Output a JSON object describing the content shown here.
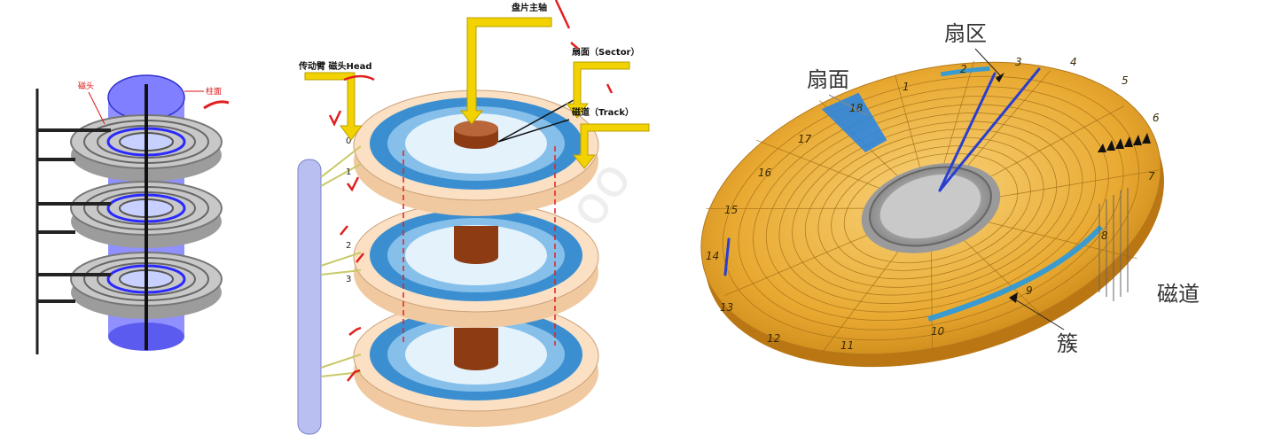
{
  "left_panel": {
    "label_head": "磁头",
    "label_cylinder": "柱面"
  },
  "middle_panel": {
    "label_spindle": "盘片主轴",
    "label_arm_head": "传动臂 磁头Head",
    "label_sector": "扇面（Sector）",
    "label_track": "磁道（Track）",
    "head_numbers": [
      "0",
      "1",
      "2",
      "3"
    ]
  },
  "right_panel": {
    "label_sector_zone": "扇区",
    "label_sector_face": "扇面",
    "label_track": "磁道",
    "label_cluster": "簇",
    "sector_numbers": [
      "1",
      "2",
      "3",
      "4",
      "5",
      "6",
      "7",
      "8",
      "9",
      "10",
      "11",
      "12",
      "13",
      "14",
      "15",
      "16",
      "17",
      "18"
    ]
  },
  "colors": {
    "platter_blue": "#3b8fd1",
    "platter_cream": "#f6d9b5",
    "disk_gold": "#e8a82a",
    "annotation_red": "#e02020",
    "annotation_blue": "#2a3fcf",
    "arrow_yellow": "#f2d200"
  }
}
